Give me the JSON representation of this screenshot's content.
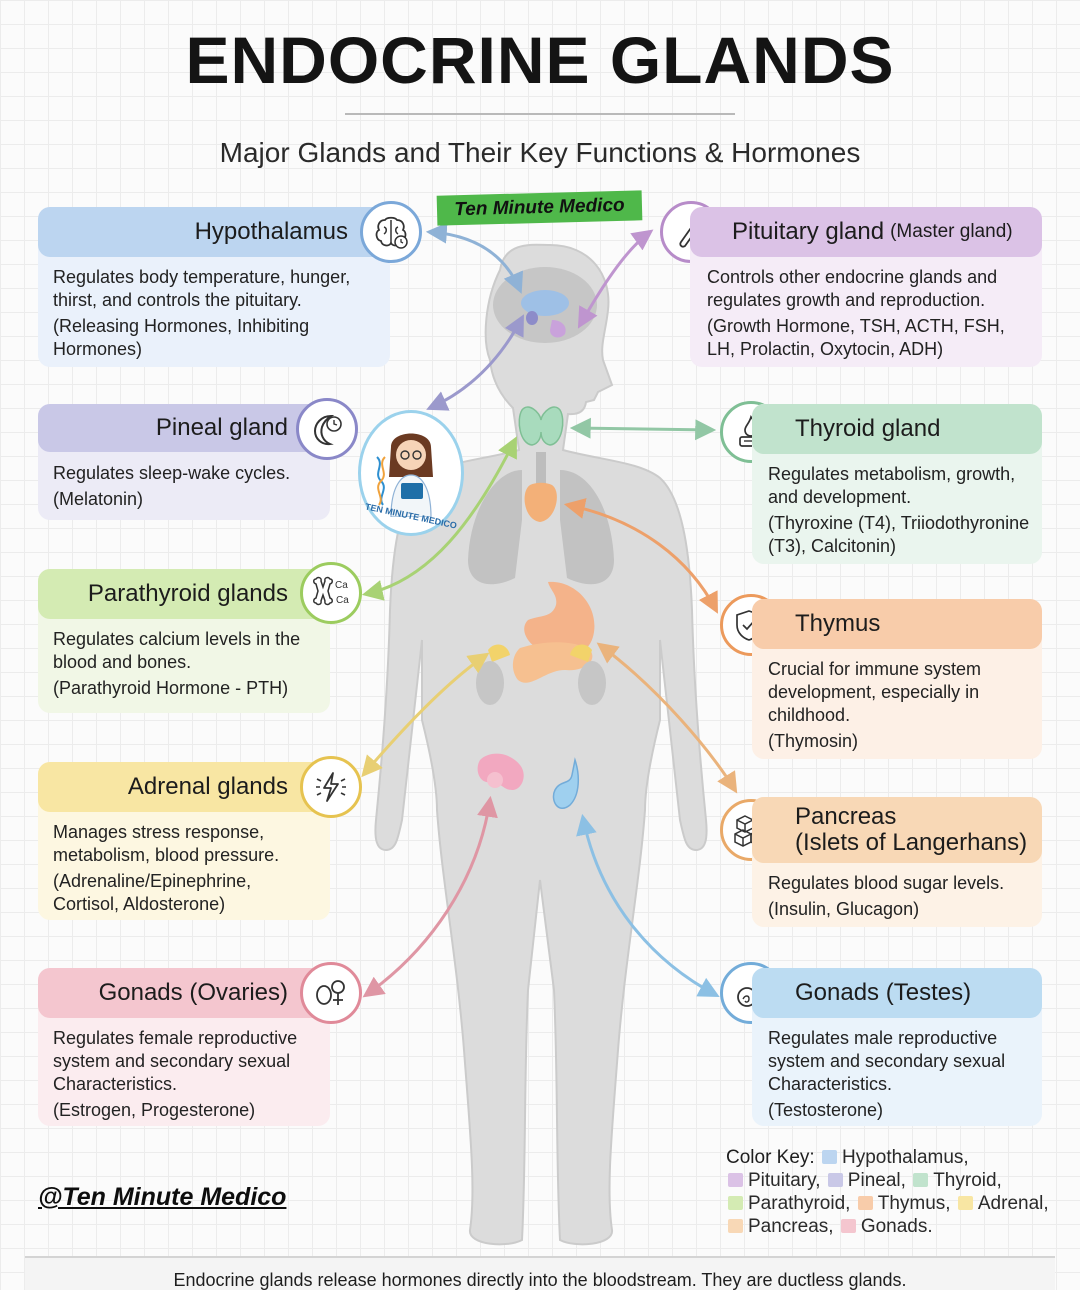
{
  "title": "ENDOCRINE GLANDS",
  "subtitle": "Major Glands and Their Key Functions & Hormones",
  "brand_badge": "Ten Minute Medico",
  "logo_text": "TEN MINUTE MEDICO",
  "watermark": "@Ten Minute Medico",
  "glands": {
    "hypothalamus": {
      "name": "Hypothalamus",
      "function": "Regulates body temperature, hunger, thirst, and controls the pituitary.",
      "hormones": "(Releasing Hormones, Inhibiting Hormones)",
      "icon": "brain-icon"
    },
    "pituitary": {
      "name": "Pituitary gland",
      "note": "(Master gland)",
      "function": "Controls other endocrine glands and regulates growth and reproduction.",
      "hormones": "(Growth Hormone, TSH, ACTH, FSH, LH, Prolactin, Oxytocin, ADH)",
      "icon": "test-tube-icon"
    },
    "pineal": {
      "name": "Pineal gland",
      "function": "Regulates sleep-wake cycles.",
      "hormones": "(Melatonin)",
      "icon": "moon-clock-icon"
    },
    "thyroid": {
      "name": "Thyroid gland",
      "function": "Regulates metabolism, growth, and development.",
      "hormones": "(Thyroxine (T4), Triiodothyronine (T3), Calcitonin)",
      "icon": "flame-icon"
    },
    "parathyroid": {
      "name": "Parathyroid glands",
      "function": "Regulates calcium levels in the blood and bones.",
      "hormones": "(Parathyroid Hormone - PTH)",
      "icon": "calcium-bone-icon",
      "icon_text_1": "Ca",
      "icon_text_2": "Ca"
    },
    "thymus": {
      "name": "Thymus",
      "function": "Crucial for immune system development, especially in childhood.",
      "hormones": "(Thymosin)",
      "icon": "shield-virus-icon"
    },
    "adrenal": {
      "name": "Adrenal glands",
      "function": "Manages stress response, metabolism, blood pressure.",
      "hormones": "(Adrenaline/Epinephrine, Cortisol, Aldosterone)",
      "icon": "lightning-icon"
    },
    "pancreas": {
      "name": "Pancreas",
      "name_line2": "(Islets of Langerhans)",
      "function": "Regulates blood sugar levels.",
      "hormones": "(Insulin, Glucagon)",
      "icon": "cubes-icon"
    },
    "gonads_ovaries": {
      "name": "Gonads (Ovaries)",
      "function": "Regulates female reproductive system and secondary sexual Characteristics.",
      "hormones": "(Estrogen, Progesterone)",
      "icon": "female-symbol-icon"
    },
    "gonads_testes": {
      "name": "Gonads (Testes)",
      "function": "Regulates male reproductive system and secondary sexual Characteristics.",
      "hormones": "(Testosterone)",
      "icon": "male-symbol-icon"
    }
  },
  "color_key": {
    "label": "Color Key:",
    "items": [
      {
        "label": "Hypothalamus,",
        "color": "#bcd5f0"
      },
      {
        "label": "Pituitary,",
        "color": "#dbc2e6"
      },
      {
        "label": "Pineal,",
        "color": "#c9c8e7"
      },
      {
        "label": "Thyroid,",
        "color": "#c1e3cd"
      },
      {
        "label": "Parathyroid,",
        "color": "#d4ebb3"
      },
      {
        "label": "Thymus,",
        "color": "#f8ccaa"
      },
      {
        "label": "Adrenal,",
        "color": "#f8e6a3"
      },
      {
        "label": "Pancreas,",
        "color": "#f8d8b6"
      },
      {
        "label": "Gonads.",
        "color": "#f4c6cf"
      }
    ]
  },
  "footer": "Endocrine glands release hormones directly into the bloodstream. They are ductless glands."
}
